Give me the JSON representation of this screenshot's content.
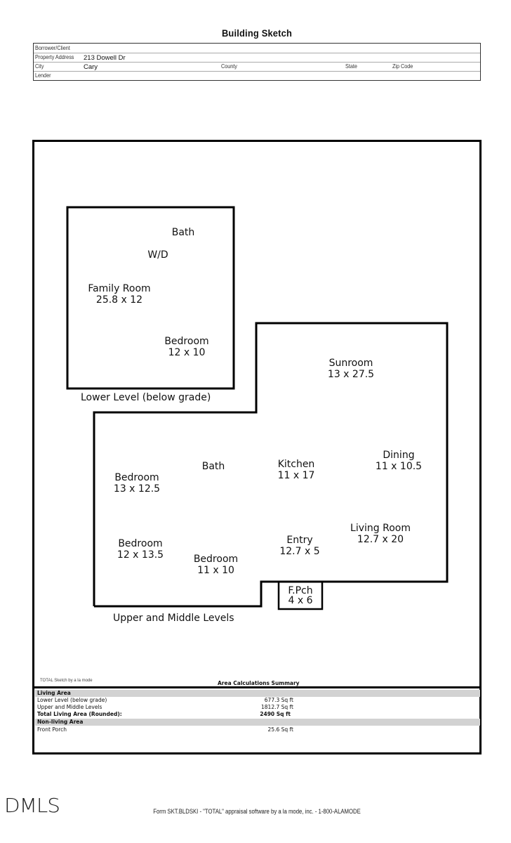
{
  "header": {
    "title": "Building Sketch",
    "fields": {
      "borrower_label": "Borrower/Client",
      "borrower_value": "",
      "address_label": "Property Address",
      "address_value": "213 Dowell Dr",
      "city_label": "City",
      "city_value": "Cary",
      "county_label": "County",
      "state_label": "State",
      "zip_label": "Zip Code",
      "lender_label": "Lender"
    }
  },
  "sketch": {
    "lower_level": {
      "label": "Lower Level (below grade)",
      "rooms": [
        {
          "name": "Bath",
          "dims": ""
        },
        {
          "name": "W/D",
          "dims": ""
        },
        {
          "name": "Family Room",
          "dims": "25.8 x 12"
        },
        {
          "name": "Bedroom",
          "dims": "12 x 10"
        }
      ]
    },
    "upper_levels": {
      "label": "Upper and Middle Levels",
      "rooms": [
        {
          "name": "Sunroom",
          "dims": "13 x 27.5"
        },
        {
          "name": "Bedroom",
          "dims": "13 x 12.5"
        },
        {
          "name": "Bath",
          "dims": ""
        },
        {
          "name": "Kitchen",
          "dims": "11 x 17"
        },
        {
          "name": "Dining",
          "dims": "11 x 10.5"
        },
        {
          "name": "Bedroom",
          "dims": "12 x 13.5"
        },
        {
          "name": "Bedroom",
          "dims": "11 x 10"
        },
        {
          "name": "Entry",
          "dims": "12.7 x 5"
        },
        {
          "name": "Living Room",
          "dims": "12.7 x 20"
        },
        {
          "name": "F.Pch",
          "dims": "4 x 6"
        }
      ]
    }
  },
  "summary": {
    "credit": "TOTAL Sketch by a la mode",
    "title": "Area Calculations Summary",
    "living_header": "Living Area",
    "living_rows": [
      {
        "name": "Lower Level (below grade)",
        "value": "677.3 Sq ft"
      },
      {
        "name": "Upper and Middle Levels",
        "value": "1812.7 Sq ft"
      }
    ],
    "total": {
      "name": "Total Living Area (Rounded):",
      "value": "2490 Sq ft"
    },
    "nonliving_header": "Non-living Area",
    "nonliving_rows": [
      {
        "name": "Front Porch",
        "value": "25.6 Sq ft"
      }
    ]
  },
  "footer": {
    "logo": "DMLS",
    "text": "Form SKT.BLDSKI - \"TOTAL\" appraisal software by a la mode, inc. - 1-800-ALAMODE"
  }
}
